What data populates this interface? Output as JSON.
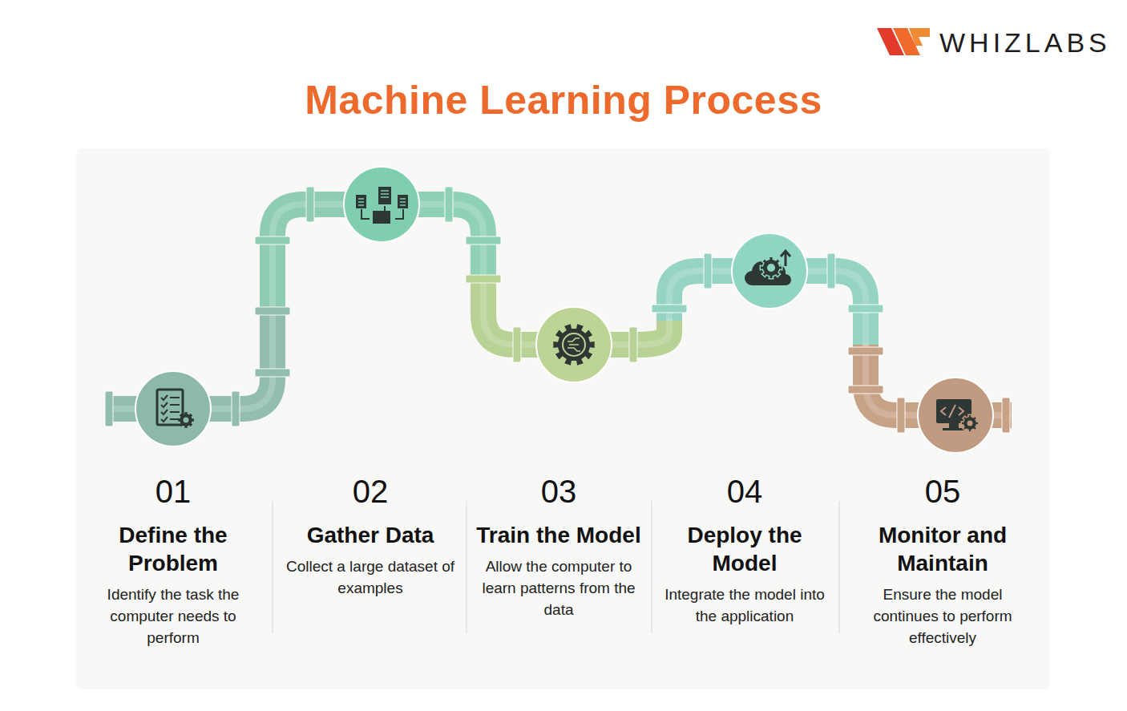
{
  "diagram": {
    "title": "Machine Learning Process",
    "nodes": [
      {
        "text": [
          "01",
          "Define the Problem",
          "Identify the task the computer needs to perform"
        ]
      },
      {
        "text": [
          "02",
          "Gather Data",
          "Collect a large dataset of examples"
        ]
      },
      {
        "text": [
          "03",
          "Train the Model",
          "Allow the computer to learn patterns from the data"
        ]
      },
      {
        "text": [
          "04",
          "Deploy the Model",
          "Integrate the model into the application"
        ]
      },
      {
        "text": [
          "05",
          "Monitor and Maintain",
          "Ensure the model continues to perform effectively"
        ]
      }
    ],
    "labels": [
      "WHIZLABS"
    ]
  }
}
